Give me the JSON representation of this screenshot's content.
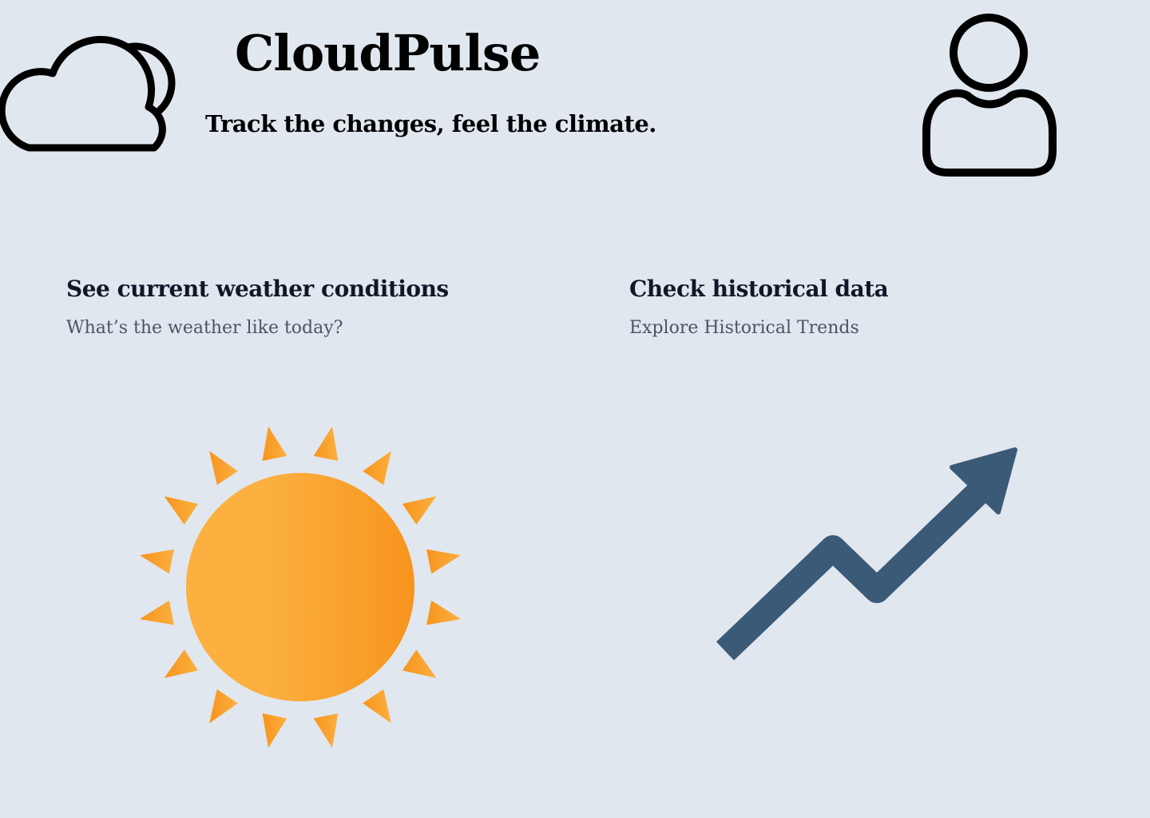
{
  "header": {
    "title": "CloudPulse",
    "tagline": "Track the changes, feel the climate.",
    "logo_icon": "cloud-sun-icon",
    "profile_icon": "user-icon"
  },
  "cards": [
    {
      "title": "See current weather conditions",
      "subtitle": "What’s the weather like today?",
      "icon": "sun-icon"
    },
    {
      "title": "Check historical data",
      "subtitle": "Explore Historical Trends",
      "icon": "trend-up-icon"
    }
  ],
  "colors": {
    "background": "#e1e7ef",
    "title_text": "#101828",
    "subtitle_text": "#4a5565",
    "sun_light": "#fbb040",
    "sun_dark": "#f7941d",
    "trend_arrow": "#3b5a78"
  }
}
